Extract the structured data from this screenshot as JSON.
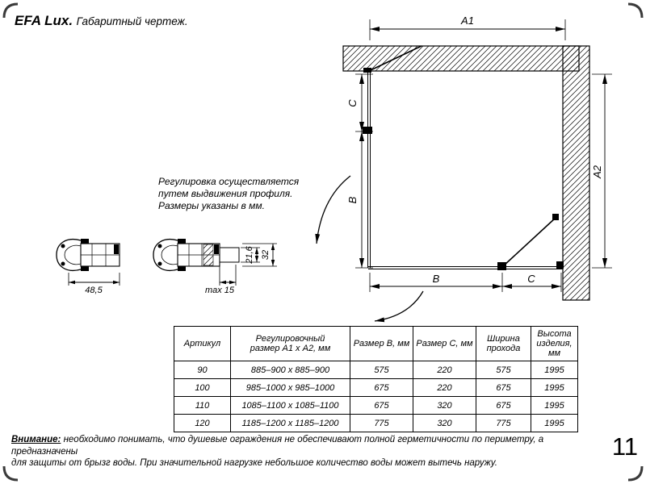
{
  "page": {
    "title_brand": "EFA Lux.",
    "title_rest": "Габаритный чертеж.",
    "page_number": "11"
  },
  "drawing": {
    "a1": "A1",
    "a2": "A2",
    "b": "B",
    "c": "C"
  },
  "profiles": {
    "width": "48,5",
    "max": "max 15",
    "inner_height": "21,6",
    "outer_height": "32"
  },
  "notes": {
    "adjustment": [
      "Регулировка осуществляется",
      "путем выдвижения профиля.",
      "Размеры указаны в мм."
    ],
    "warning_label": "Внимание:",
    "warning_line1": "необходимо понимать, что душевые ограждения не обеспечивают полной герметичности по периметру, а предназначены",
    "warning_line2": "для защиты от брызг воды. При значительной нагрузке небольшое количество воды может вытечь наружу."
  },
  "table": {
    "headers": [
      "Артикул",
      "Регулировочный\nразмер А1 х А2, мм",
      "Размер В, мм",
      "Размер С, мм",
      "Ширина\nпрохода",
      "Высота\nизделия,\nмм"
    ],
    "rows": [
      [
        "90",
        "885–900 х 885–900",
        "575",
        "220",
        "575",
        "1995"
      ],
      [
        "100",
        "985–1000 х 985–1000",
        "675",
        "220",
        "675",
        "1995"
      ],
      [
        "110",
        "1085–1100 х 1085–1100",
        "675",
        "320",
        "675",
        "1995"
      ],
      [
        "120",
        "1185–1200 х 1185–1200",
        "775",
        "320",
        "775",
        "1995"
      ]
    ]
  }
}
